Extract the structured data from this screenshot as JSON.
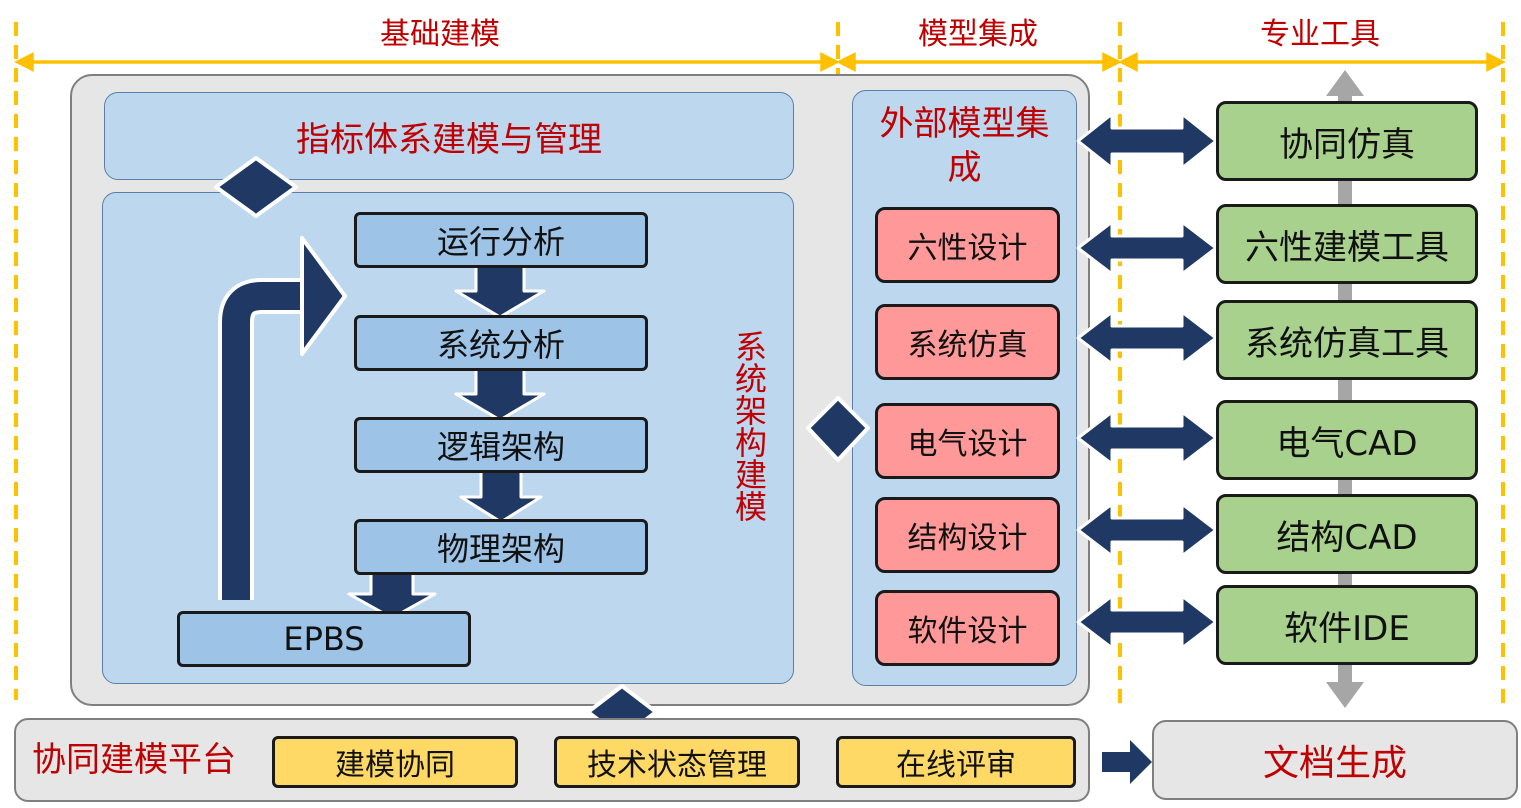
{
  "sections": {
    "basic_modeling": "基础建模",
    "model_integration": "模型集成",
    "professional_tools": "专业工具"
  },
  "basic": {
    "indicator_title": "指标体系建模与管理",
    "arch_vertical_label": "系统架构建模",
    "steps": [
      "运行分析",
      "系统分析",
      "逻辑架构",
      "物理架构"
    ],
    "epbs": "EPBS"
  },
  "integration": {
    "title": "外部模型集成",
    "items": [
      "六性设计",
      "系统仿真",
      "电气设计",
      "结构设计",
      "软件设计"
    ]
  },
  "tools": {
    "items": [
      "协同仿真",
      "六性建模工具",
      "系统仿真工具",
      "电气CAD",
      "结构CAD",
      "软件IDE"
    ]
  },
  "platform": {
    "title": "协同建模平台",
    "items": [
      "建模协同",
      "技术状态管理",
      "在线评审"
    ]
  },
  "doc_generation": "文档生成",
  "colors": {
    "accent_red": "#c00000",
    "navy": "#1f3864",
    "guide_yellow": "#ffc000",
    "step_blue": "#9dc3e6",
    "panel_blue": "#bdd7ee",
    "pink": "#ff9999",
    "green": "#a9d18e",
    "yellow": "#ffd966",
    "gray": "#e6e6e6"
  },
  "icons": [
    "double-arrow-icon",
    "down-arrow-icon",
    "curved-up-arrow-icon",
    "diamond-connector-icon",
    "right-arrow-icon"
  ]
}
